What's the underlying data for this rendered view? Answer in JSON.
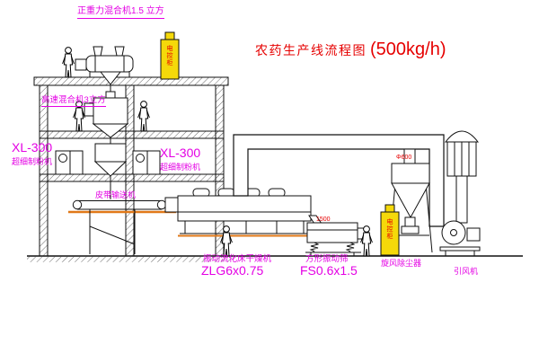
{
  "diagram": {
    "title": "农药生产线流程图",
    "capacity": "(500kg/h)"
  },
  "equipment_labels": {
    "gravity_mixer": "正重力混合机1.5 立方",
    "high_speed_mixer": "高速混合机3立方",
    "mill_left": {
      "model": "XL-300",
      "name": "超细制粉机"
    },
    "mill_mid": {
      "model": "XL-300",
      "name": "超细制粉机"
    },
    "belt_conveyor": "皮带输送机",
    "dryer": {
      "name": "振动流化床干燥机",
      "model": "ZLG6x0.75"
    },
    "screen": {
      "name": "方形振动筛",
      "model": "FS0.6x1.5"
    },
    "cyclone": "旋风除尘器",
    "fan": "引风机"
  },
  "tags": {
    "cabinet_top": "电控柜",
    "cabinet_right": "电控柜",
    "cyclone_diameter": "Φ600",
    "screen_dimension": "1500"
  },
  "colors": {
    "label_magenta": "#E400E4",
    "annotation_red": "#E60000",
    "cabinet_yellow": "#F5D90A",
    "platform_orange": "#E07818",
    "line_black": "#111111"
  }
}
